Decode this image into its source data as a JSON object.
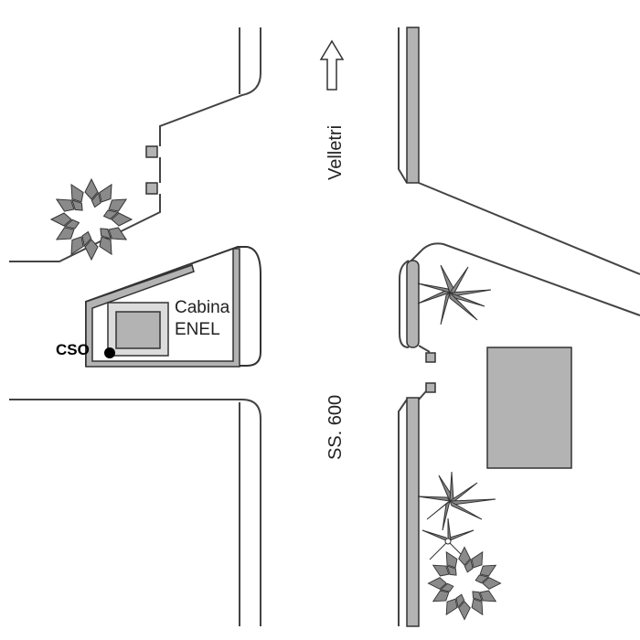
{
  "map": {
    "direction_label": "Velletri",
    "road_label": "SS. 600",
    "building_label_line1": "Cabina",
    "building_label_line2": "ENEL",
    "point_label": "CSO",
    "direction_arrow": "up-arrow-icon",
    "colors": {
      "background": "#ffffff",
      "line": "#333333",
      "fill_gray": "#b3b3b3",
      "foliage": "#8a8a8a",
      "point": "#000000"
    }
  }
}
